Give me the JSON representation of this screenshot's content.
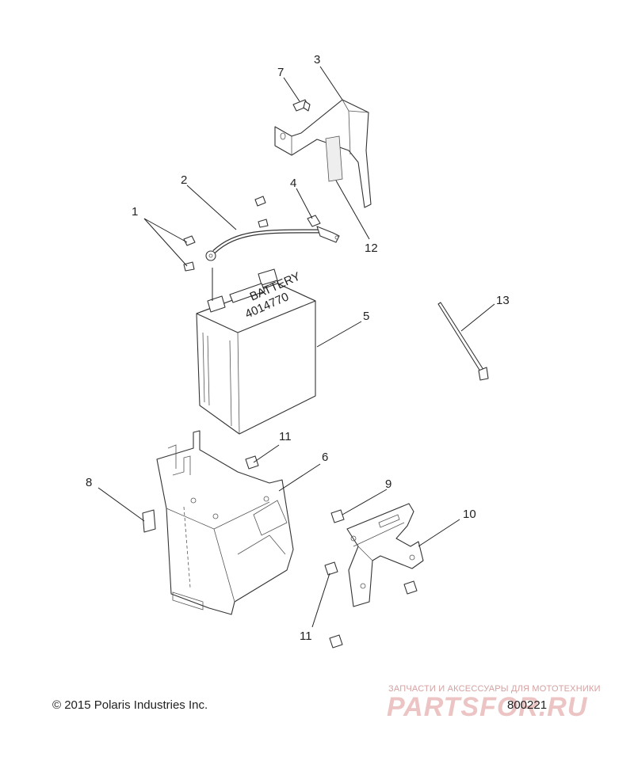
{
  "callouts": {
    "c1": "1",
    "c2": "2",
    "c3": "3",
    "c4": "4",
    "c5": "5",
    "c6": "6",
    "c7": "7",
    "c8": "8",
    "c9": "9",
    "c10": "10",
    "c11a": "11",
    "c11b": "11",
    "c12": "12",
    "c13": "13"
  },
  "battery": {
    "part_number": "4014770",
    "label": "BATTERY"
  },
  "footer": {
    "copyright": "© 2015 Polaris Industries Inc.",
    "drawing_number": "800221"
  },
  "watermark": {
    "text": "ЗАПЧАСТИ И АКСЕССУАРЫ ДЛЯ МОТОТЕХНИКИ",
    "logo": "PARTSFOR.RU"
  },
  "colors": {
    "line": "#333333",
    "watermark": "#e8b4b4"
  }
}
